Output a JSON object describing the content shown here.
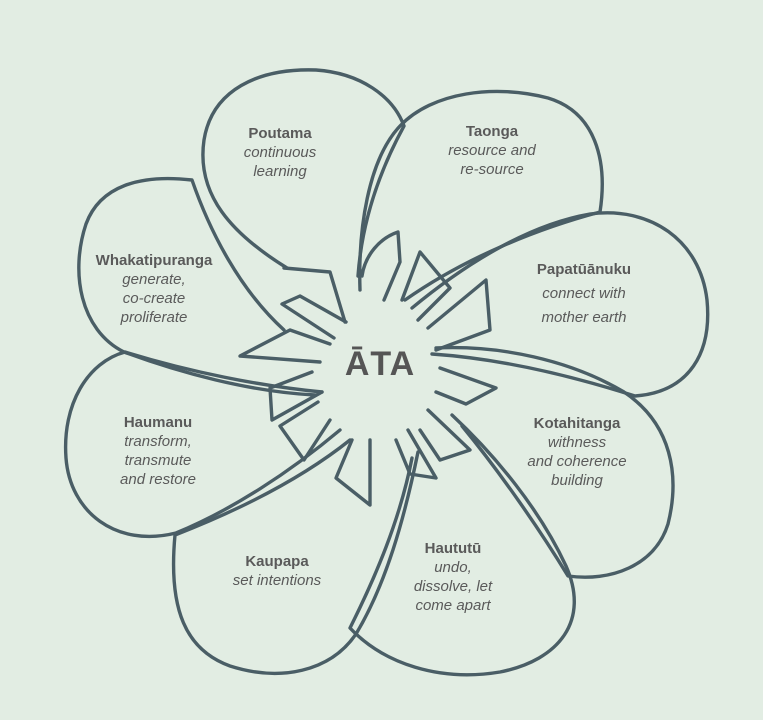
{
  "center": {
    "title": "ĀTA"
  },
  "petals": [
    {
      "title": "Poutama",
      "description": [
        "continuous",
        "learning"
      ]
    },
    {
      "title": "Taonga",
      "description": [
        "resource and",
        "re-source"
      ]
    },
    {
      "title": "Papatūānuku",
      "description": [
        "connect with",
        "mother earth"
      ]
    },
    {
      "title": "Kotahitanga",
      "description": [
        "withness",
        "and coherence",
        "building"
      ]
    },
    {
      "title": "Haututū",
      "description": [
        "undo,",
        "dissolve, let",
        "come apart"
      ]
    },
    {
      "title": "Kaupapa",
      "description": [
        "set intentions"
      ]
    },
    {
      "title": "Haumanu",
      "description": [
        "transform,",
        "transmute",
        "and restore"
      ]
    },
    {
      "title": "Whakatipuranga",
      "description": [
        "generate,",
        "co-create",
        "proliferate"
      ]
    }
  ],
  "colors": {
    "background": "#e2ede3",
    "stroke": "#4a5e66",
    "text": "#5a5a5a"
  }
}
